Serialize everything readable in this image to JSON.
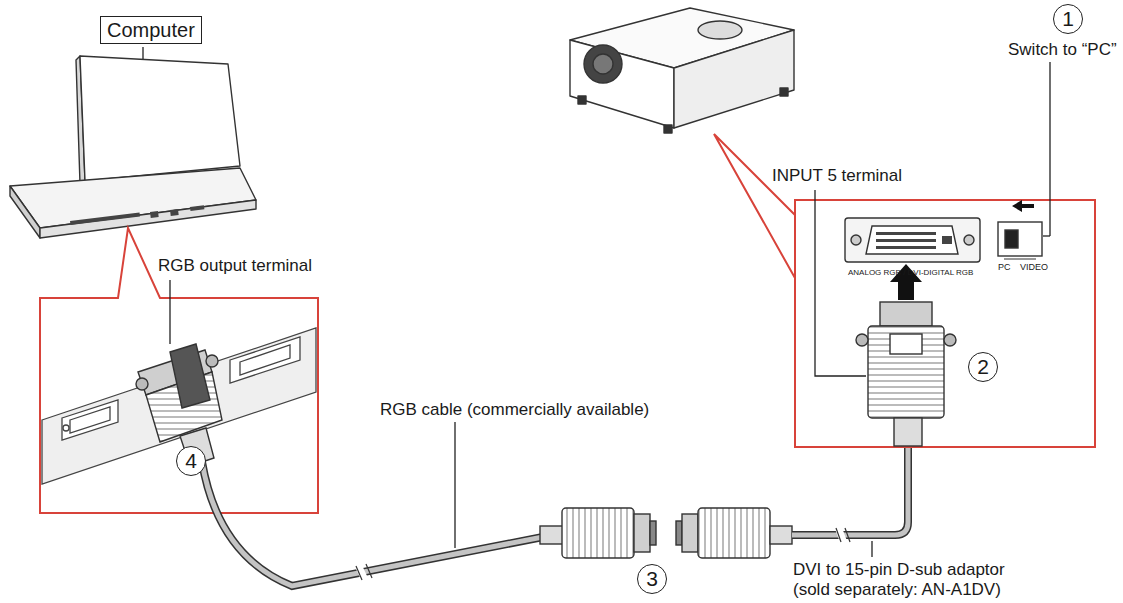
{
  "diagram": {
    "nodes": [
      {
        "text": [
          "Computer"
        ]
      }
    ],
    "labels": [
      "RGB output terminal",
      "4",
      "RGB cable (commercially available)",
      "3",
      "DVI to 15-pin D-sub adaptor (sold separately: AN-A1DV)",
      "INPUT 5 terminal",
      "2",
      "1",
      "Switch to “PC”",
      "PC",
      "VIDEO",
      "ANALOG RGB / DVI-DIGITAL RGB"
    ]
  }
}
